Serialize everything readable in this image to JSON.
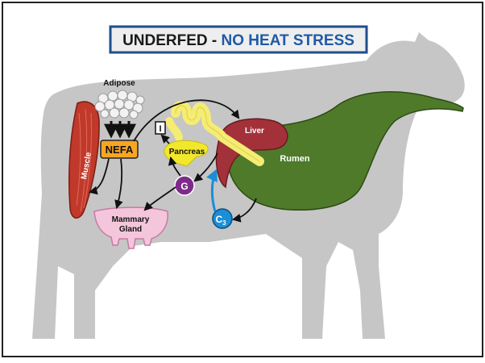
{
  "title": {
    "part1": "UNDERFED - ",
    "part2": "NO HEAT STRESS",
    "colors": {
      "part1": "#1a1a1a",
      "part2": "#1f5aa6",
      "box_border": "#1f4e8c"
    }
  },
  "labels": {
    "adipose": "Adipose",
    "nefa": "NEFA",
    "muscle": "Muscle",
    "mammary_line1": "Mammary",
    "mammary_line2": "Gland",
    "insulin": "I",
    "pancreas": "Pancreas",
    "glucose": "G",
    "liver": "Liver",
    "rumen": "Rumen",
    "c3_main": "C",
    "c3_sub": "3"
  },
  "colors": {
    "cow": "#c6c6c6",
    "muscle": "#c0392b",
    "nefa": "#f5a623",
    "mammary": "#f4c6dc",
    "pancreas": "#f2e82a",
    "intestine": "#f5ec74",
    "liver": "#a3313a",
    "rumen": "#4f7a2a",
    "glucose": "#7e2a8c",
    "c3": "#1b8ed6",
    "arrow": "#111111"
  }
}
